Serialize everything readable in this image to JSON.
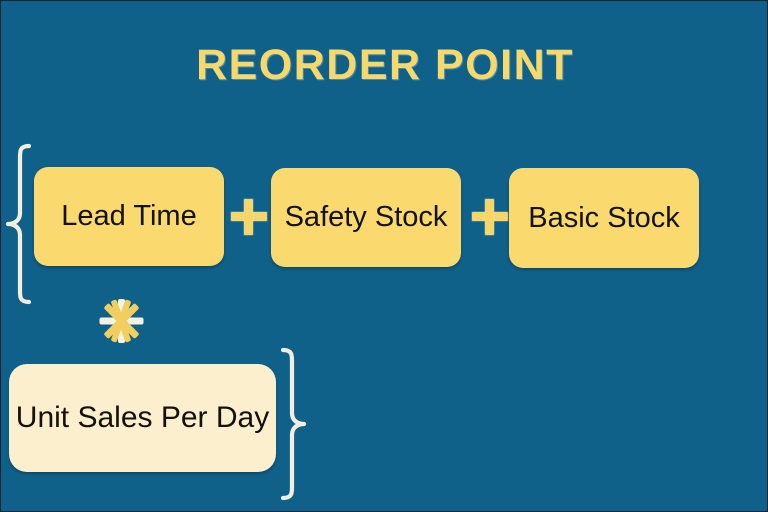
{
  "page": {
    "title": "REORDER POINT",
    "background_color": "#10618a",
    "accent_gold": "#f7d86a",
    "box_gold": "#fad96e",
    "box_cream": "#fbefcd",
    "text_color": "#141109",
    "brace_color": "#f3efe0"
  },
  "formula": {
    "group_one": {
      "brace": "{",
      "terms": [
        {
          "label": "Lead Time",
          "fill": "#fad96e"
        },
        {
          "label": "Safety Stock",
          "fill": "#fad96e"
        },
        {
          "label": "Basic Stock",
          "fill": "#fad96e"
        }
      ],
      "operators": [
        "+",
        "+"
      ]
    },
    "multiply_operator": "*",
    "group_two": {
      "brace": "}",
      "terms": [
        {
          "label": "Unit Sales Per Day",
          "fill": "#fbefcd"
        }
      ]
    }
  }
}
